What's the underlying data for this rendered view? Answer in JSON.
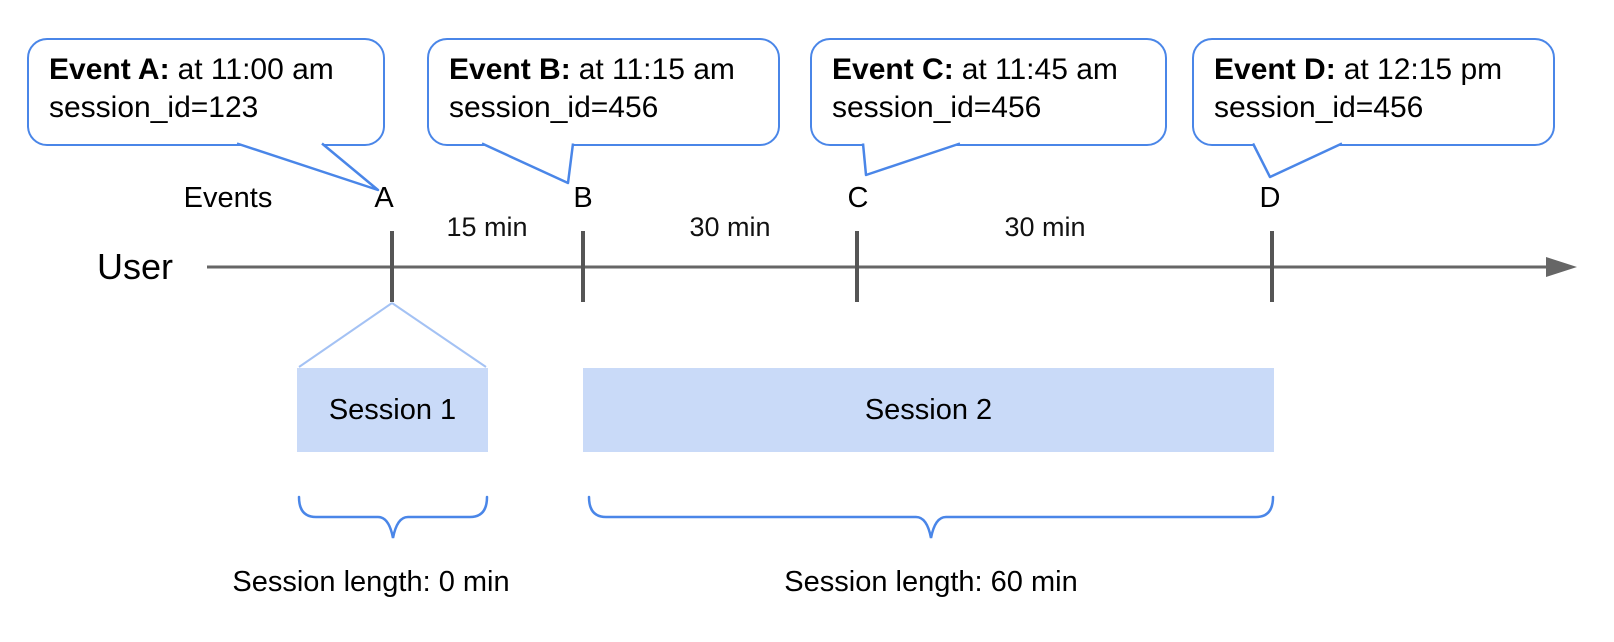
{
  "colors": {
    "accent_blue": "#4a86e8",
    "funnel_light_blue": "#a4c2f4",
    "session_fill": "#c9daf8",
    "timeline_gray": "#666666",
    "tick_gray": "#555555",
    "text_black": "#000000"
  },
  "bubbles": [
    {
      "title": "Event A:",
      "time": "at 11:00 am",
      "session_id": "session_id=123"
    },
    {
      "title": "Event B:",
      "time": "at 11:15 am",
      "session_id": "session_id=456"
    },
    {
      "title": "Event C:",
      "time": "at 11:45 am",
      "session_id": "session_id=456"
    },
    {
      "title": "Event D:",
      "time": "at 12:15 pm",
      "session_id": "session_id=456"
    }
  ],
  "timeline": {
    "events_label": "Events",
    "user_label": "User",
    "event_letters": [
      "A",
      "B",
      "C",
      "D"
    ],
    "intervals": [
      "15 min",
      "30 min",
      "30 min"
    ]
  },
  "sessions": [
    {
      "name": "Session 1",
      "length_label": "Session length: 0 min"
    },
    {
      "name": "Session 2",
      "length_label": "Session length: 60 min"
    }
  ]
}
